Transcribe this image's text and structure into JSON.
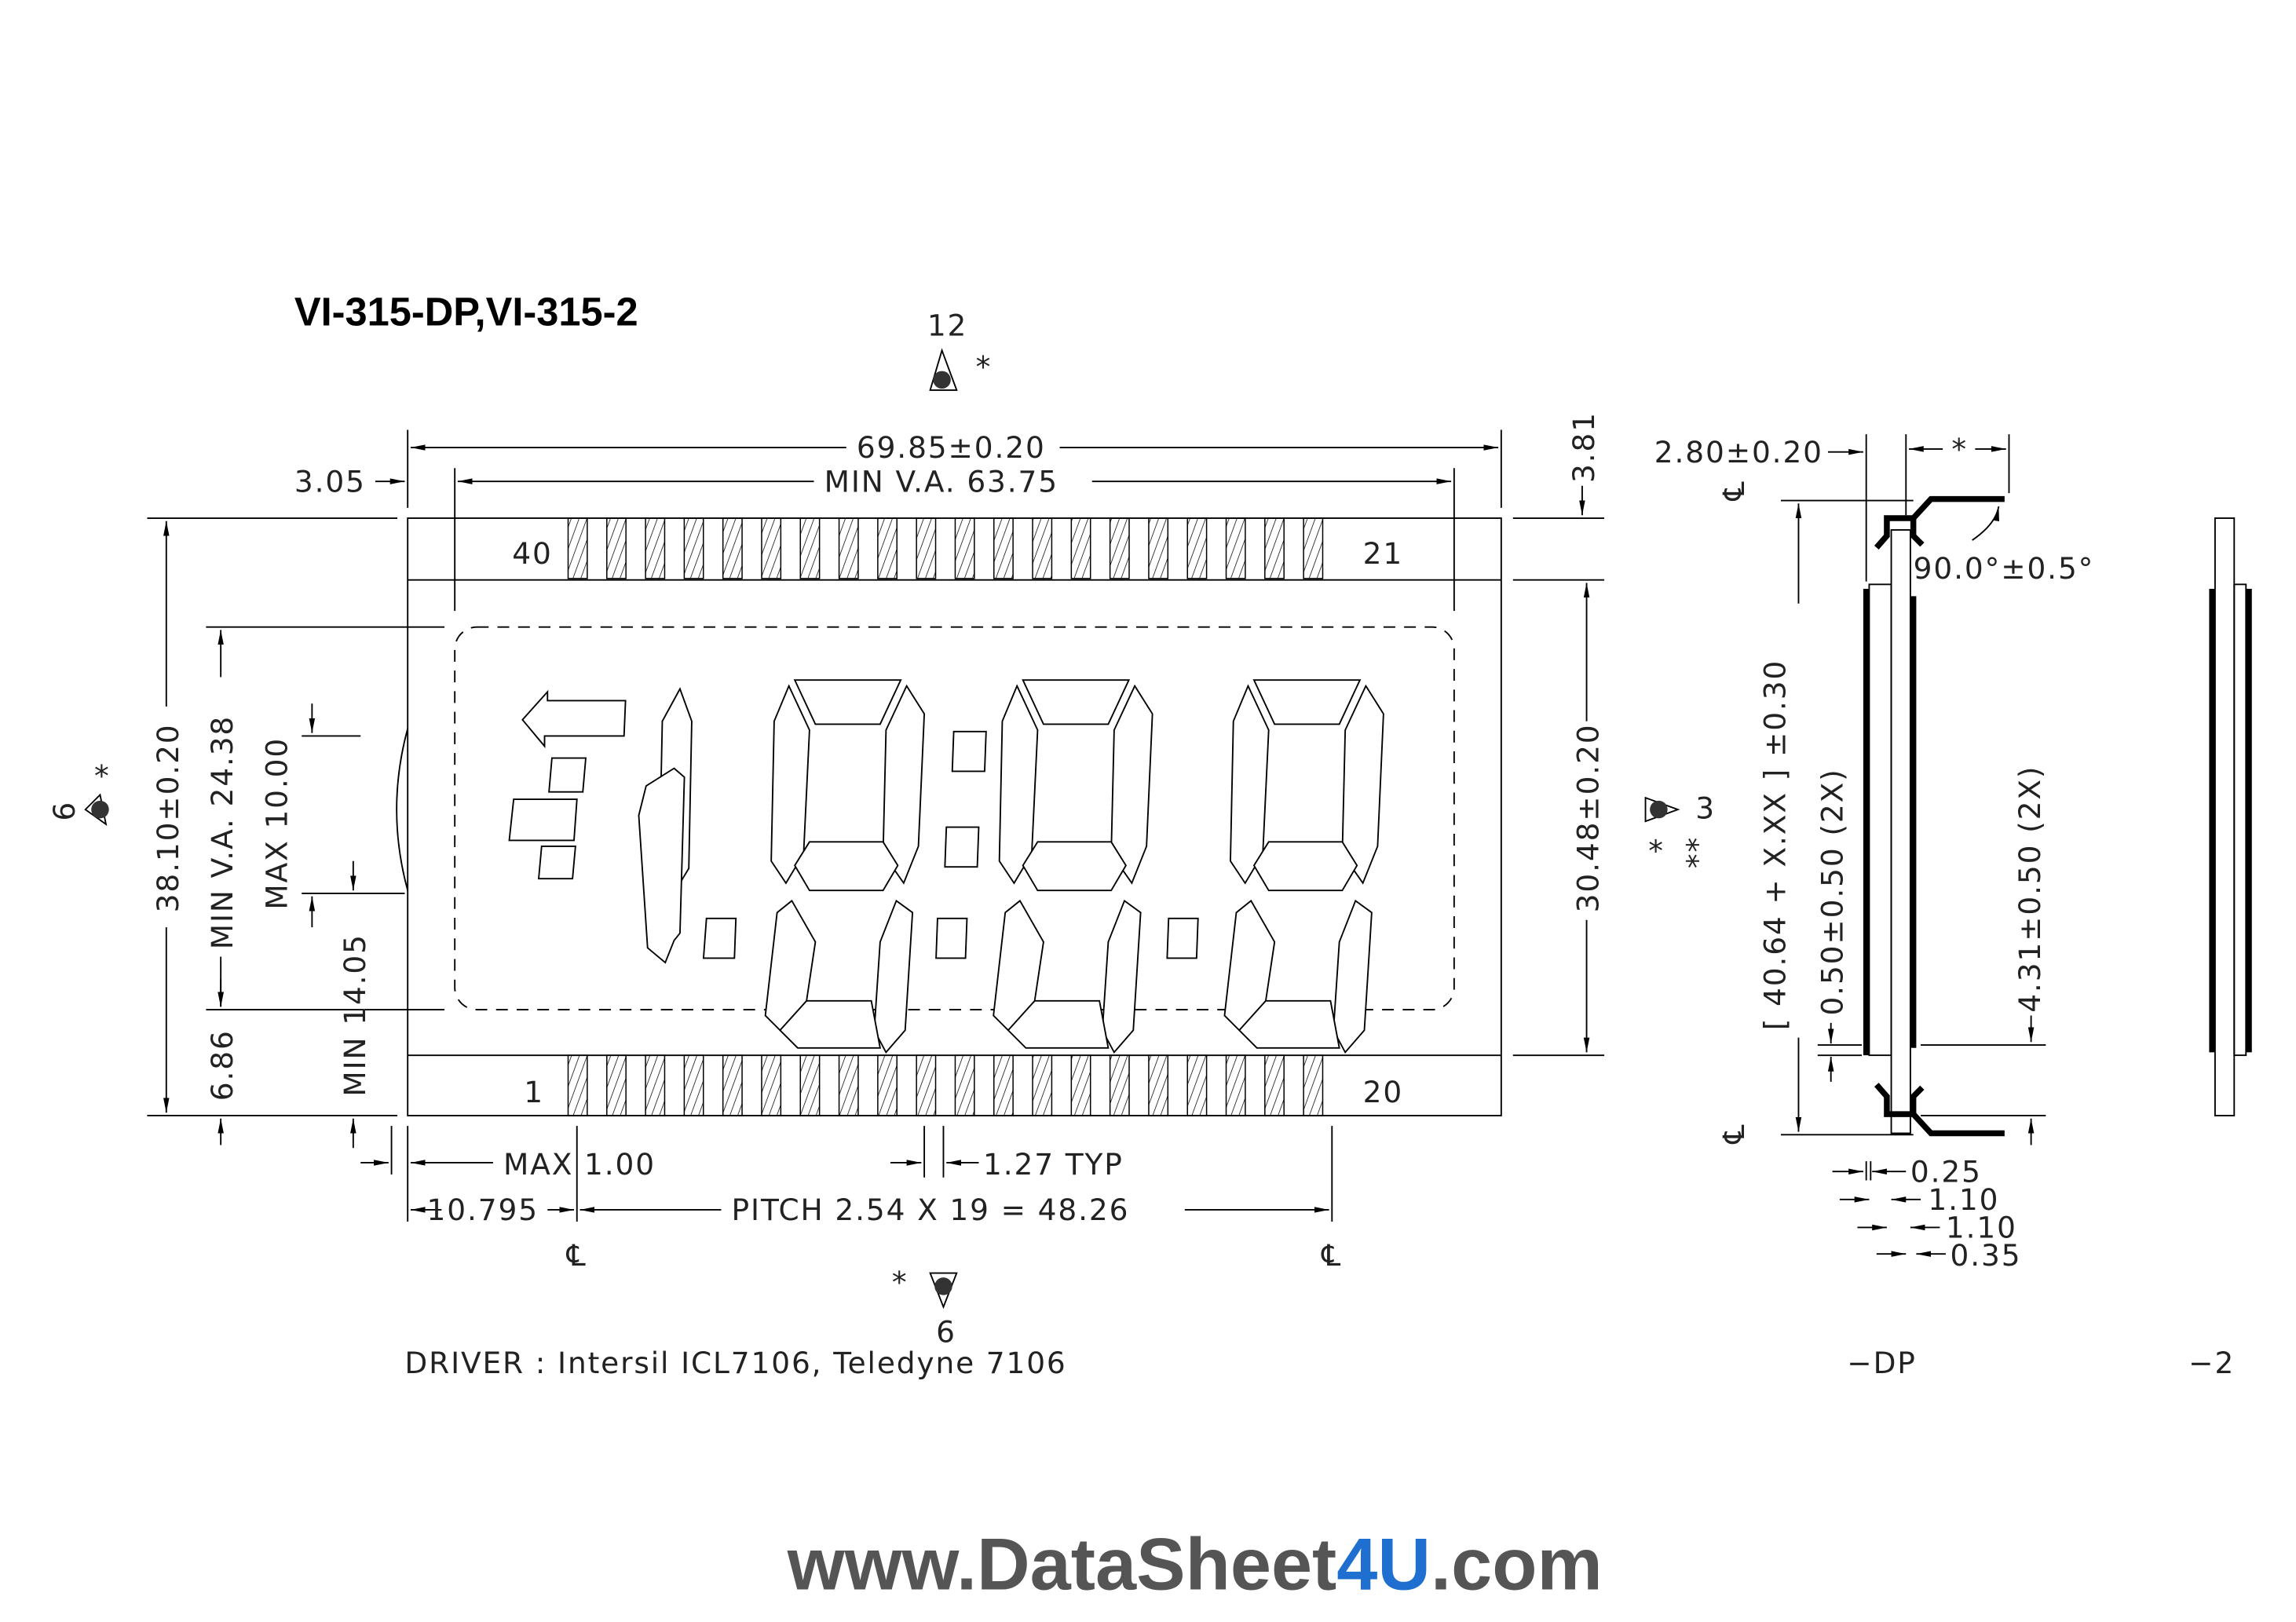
{
  "title": "VI-315-DP,VI-315-2",
  "markers": {
    "top": "12",
    "left": "9",
    "right": "3",
    "bottom": "6",
    "star": "*",
    "double_star": "**"
  },
  "pins": {
    "top_left": "40",
    "top_right": "21",
    "bottom_left": "1",
    "bottom_right": "20",
    "count_per_row": 20
  },
  "dimensions": {
    "overall_width": "69.85±0.20",
    "va_width": "MIN V.A. 63.75",
    "left_offset": "3.05",
    "top_offset": "3.81",
    "overall_height": "38.10±0.20",
    "va_height": "MIN V.A. 24.38",
    "max_height": "MAX 10.00",
    "min_offset": "MIN 14.05",
    "bottom_offset": "6.86",
    "pin_span": "30.48±0.20",
    "max_pin": "MAX 1.00",
    "pin_width": "1.27 TYP",
    "first_pin": "10.795",
    "pitch": "PITCH 2.54 X 19 = 48.26",
    "centerline": "℄"
  },
  "side_view": {
    "thickness": "2.80±0.20",
    "star": "*",
    "angle": "90.0°±0.5°",
    "length": "[ 40.64 + X.XX ] ±0.30",
    "offset1": "0.50±0.50 (2X)",
    "offset2": "4.31±0.50 (2X)",
    "d1": "0.25",
    "d2": "1.10",
    "d3": "1.10",
    "d4": "0.35",
    "label_dp": "−DP",
    "label_2": "−2"
  },
  "driver": "DRIVER : Intersil ICL7106, Teledyne 7106",
  "watermark": {
    "prefix": "www.DataSheet",
    "accent": "4U",
    "suffix": ".com",
    "accent_color": "#1f6fd0"
  }
}
